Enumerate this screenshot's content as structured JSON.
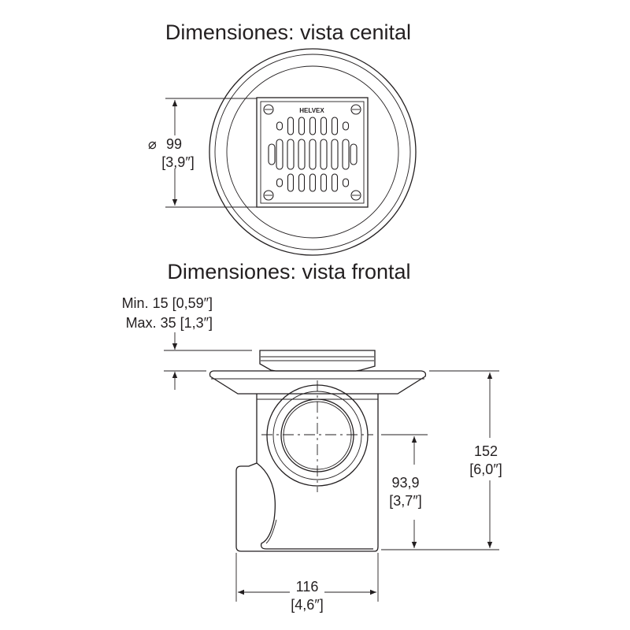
{
  "top_view": {
    "title": "Dimensiones: vista cenital",
    "diameter_symbol": "⌀",
    "diameter_mm": "99",
    "diameter_in": "[3,9″]",
    "brand": "HELVEX"
  },
  "front_view": {
    "title": "Dimensiones: vista frontal",
    "adjust_min": "Min. 15 [0,59″]",
    "adjust_max": "Max. 35 [1,3″]",
    "height_mm": "152",
    "height_in": "[6,0″]",
    "outlet_height_mm": "93,9",
    "outlet_height_in": "[3,7″]",
    "width_mm": "116",
    "width_in": "[4,6″]"
  }
}
